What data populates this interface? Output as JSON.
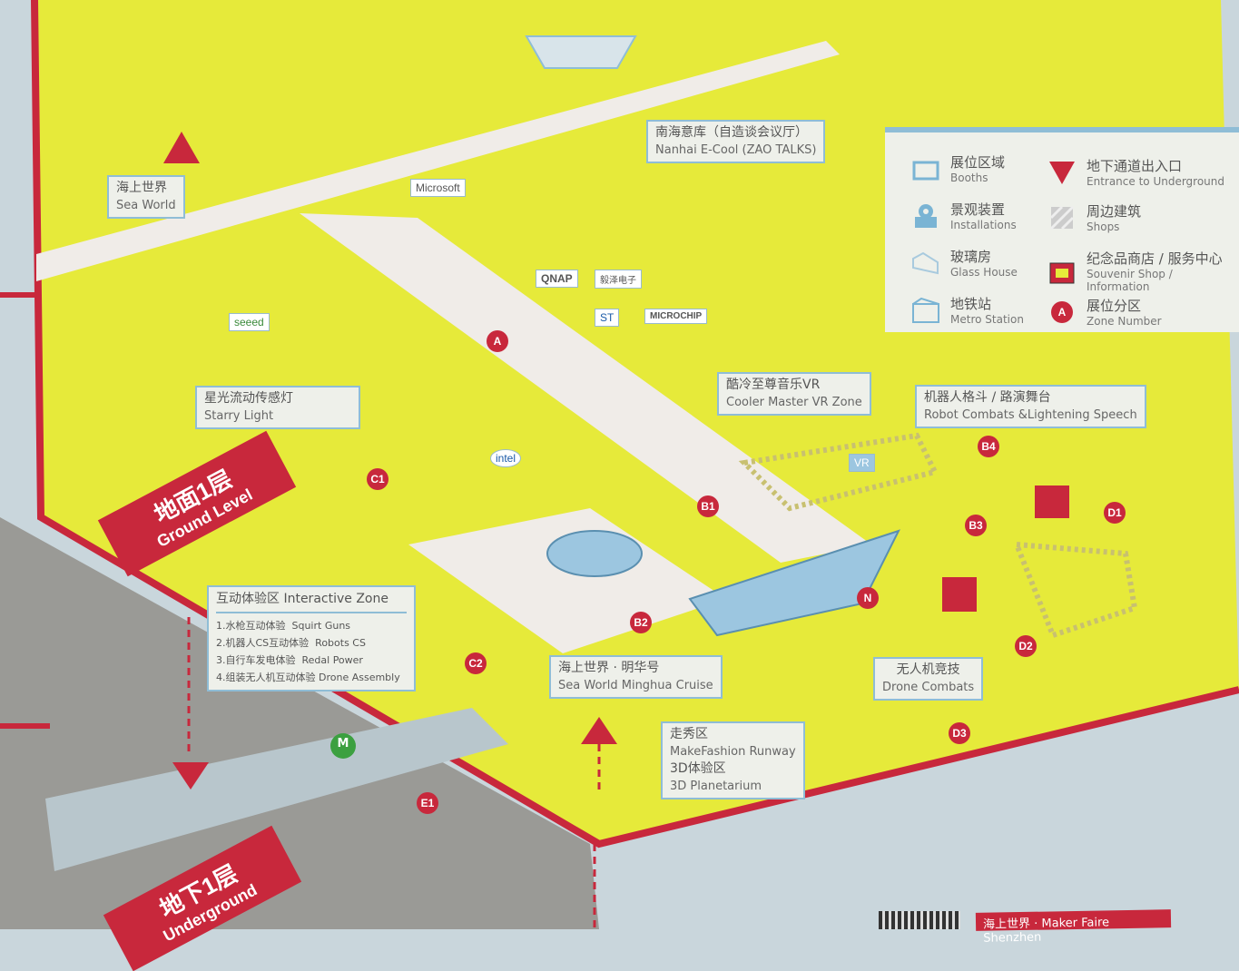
{
  "legend": {
    "items": [
      {
        "zh": "展位区域",
        "en": "Booths",
        "icon": "booth-icon"
      },
      {
        "zh": "地下通道出入口",
        "en": "Entrance to Underground",
        "icon": "red-triangle-icon"
      },
      {
        "zh": "景观装置",
        "en": "Installations",
        "icon": "installation-icon"
      },
      {
        "zh": "周边建筑",
        "en": "Shops",
        "icon": "hatched-square-icon"
      },
      {
        "zh": "玻璃房",
        "en": "Glass House",
        "icon": "glass-house-icon"
      },
      {
        "zh": "纪念品商店 / 服务中心",
        "en": "Souvenir Shop / Information",
        "icon": "souvenir-shop-icon"
      },
      {
        "zh": "地铁站",
        "en": "Metro Station",
        "icon": "metro-station-icon"
      },
      {
        "zh": "展位分区",
        "en": "Zone Number",
        "icon": "zone-number-icon"
      }
    ]
  },
  "labels": {
    "sea_world": {
      "zh": "海上世界",
      "en": "Sea World"
    },
    "ecool": {
      "zh": "南海意库（自造谈会议厅）",
      "en": "Nanhai E-Cool (ZAO TALKS)"
    },
    "starry": {
      "zh": "星光流动传感灯",
      "en": "Starry Light"
    },
    "cooler": {
      "zh": "酷冷至尊音乐VR",
      "en": "Cooler Master VR Zone"
    },
    "robot": {
      "zh": "机器人格斗 / 路演舞台",
      "en": "Robot Combats &Lightening Speech"
    },
    "interactive": {
      "title_zh": "互动体验区",
      "title_en": "Interactive Zone",
      "items": [
        {
          "zh": "1.水枪互动体验",
          "en": "Squirt Guns"
        },
        {
          "zh": "2.机器人CS互动体验",
          "en": "Robots CS"
        },
        {
          "zh": "3.自行车发电体验",
          "en": "Redal Power"
        },
        {
          "zh": "4.组装无人机互动体验",
          "en": "Drone Assembly"
        }
      ]
    },
    "cruise": {
      "zh": "海上世界 · 明华号",
      "en": "Sea World Minghua Cruise"
    },
    "runway": {
      "zh": "走秀区",
      "en": "MakeFashion Runway",
      "zh2": "3D体验区",
      "en2": "3D Planetarium"
    },
    "drone": {
      "zh": "无人机竞技",
      "en": "Drone Combats"
    }
  },
  "levels": {
    "ground": {
      "zh": "地面1层",
      "en": "Ground Level"
    },
    "under": {
      "zh": "地下1层",
      "en": "Underground"
    }
  },
  "zones": [
    "A",
    "B1",
    "B2",
    "B3",
    "B4",
    "C1",
    "C2",
    "D1",
    "D2",
    "D3",
    "N",
    "E1"
  ],
  "logos": {
    "microsoft": "Microsoft",
    "seeed": "seeed",
    "qnap": "QNAP",
    "yize": "毅泽电子",
    "st": "ST",
    "microchip": "MICROCHIP",
    "intel": "intel",
    "vr": "VR",
    "metro": "M"
  },
  "footer": "海上世界 · Maker Faire Shenzhen",
  "colors": {
    "yellow": "#e8ec3e",
    "red": "#c8283c",
    "blue": "#8fbdd6",
    "gray": "#9a9a96"
  }
}
